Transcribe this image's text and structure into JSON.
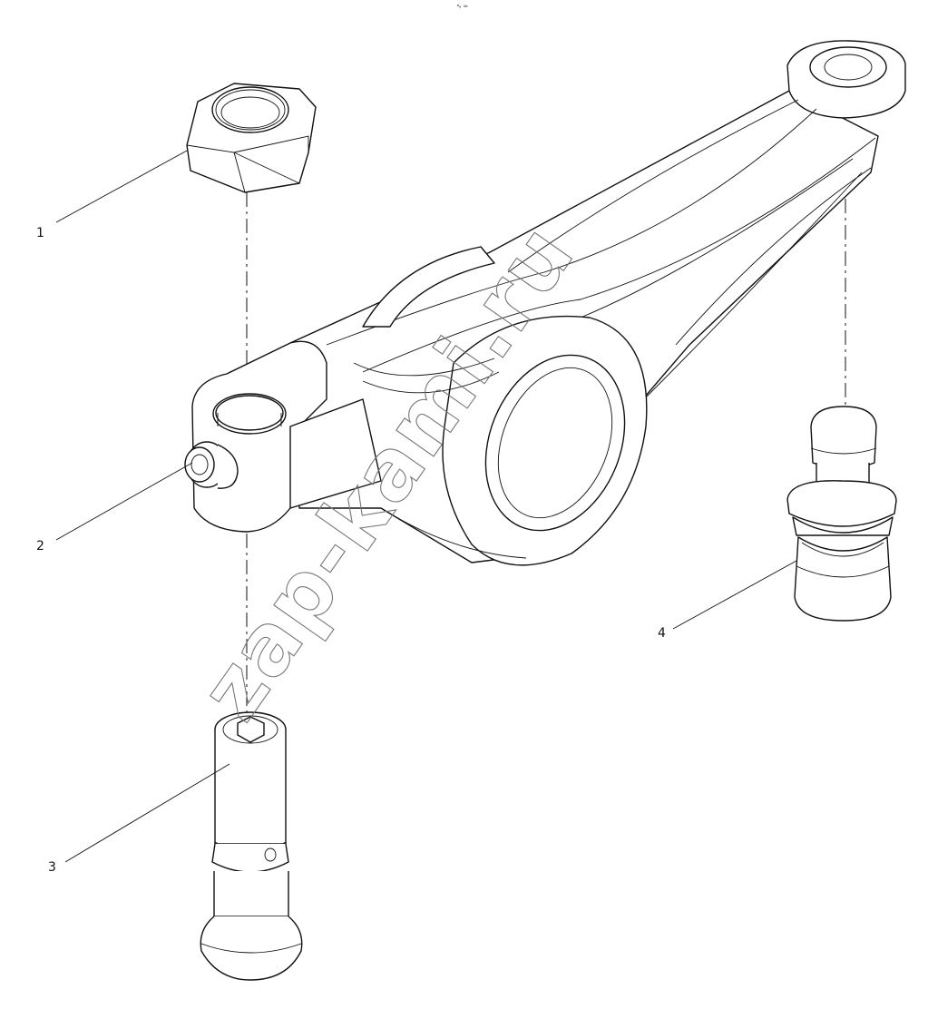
{
  "labels": {
    "part1": "1",
    "part2": "2",
    "part3": "3",
    "part4": "4"
  },
  "watermark": "zap-kami.ru",
  "top_mark": "∿ ═",
  "colors": {
    "line": "#111111",
    "background": "#ffffff",
    "watermark": "#777777"
  }
}
